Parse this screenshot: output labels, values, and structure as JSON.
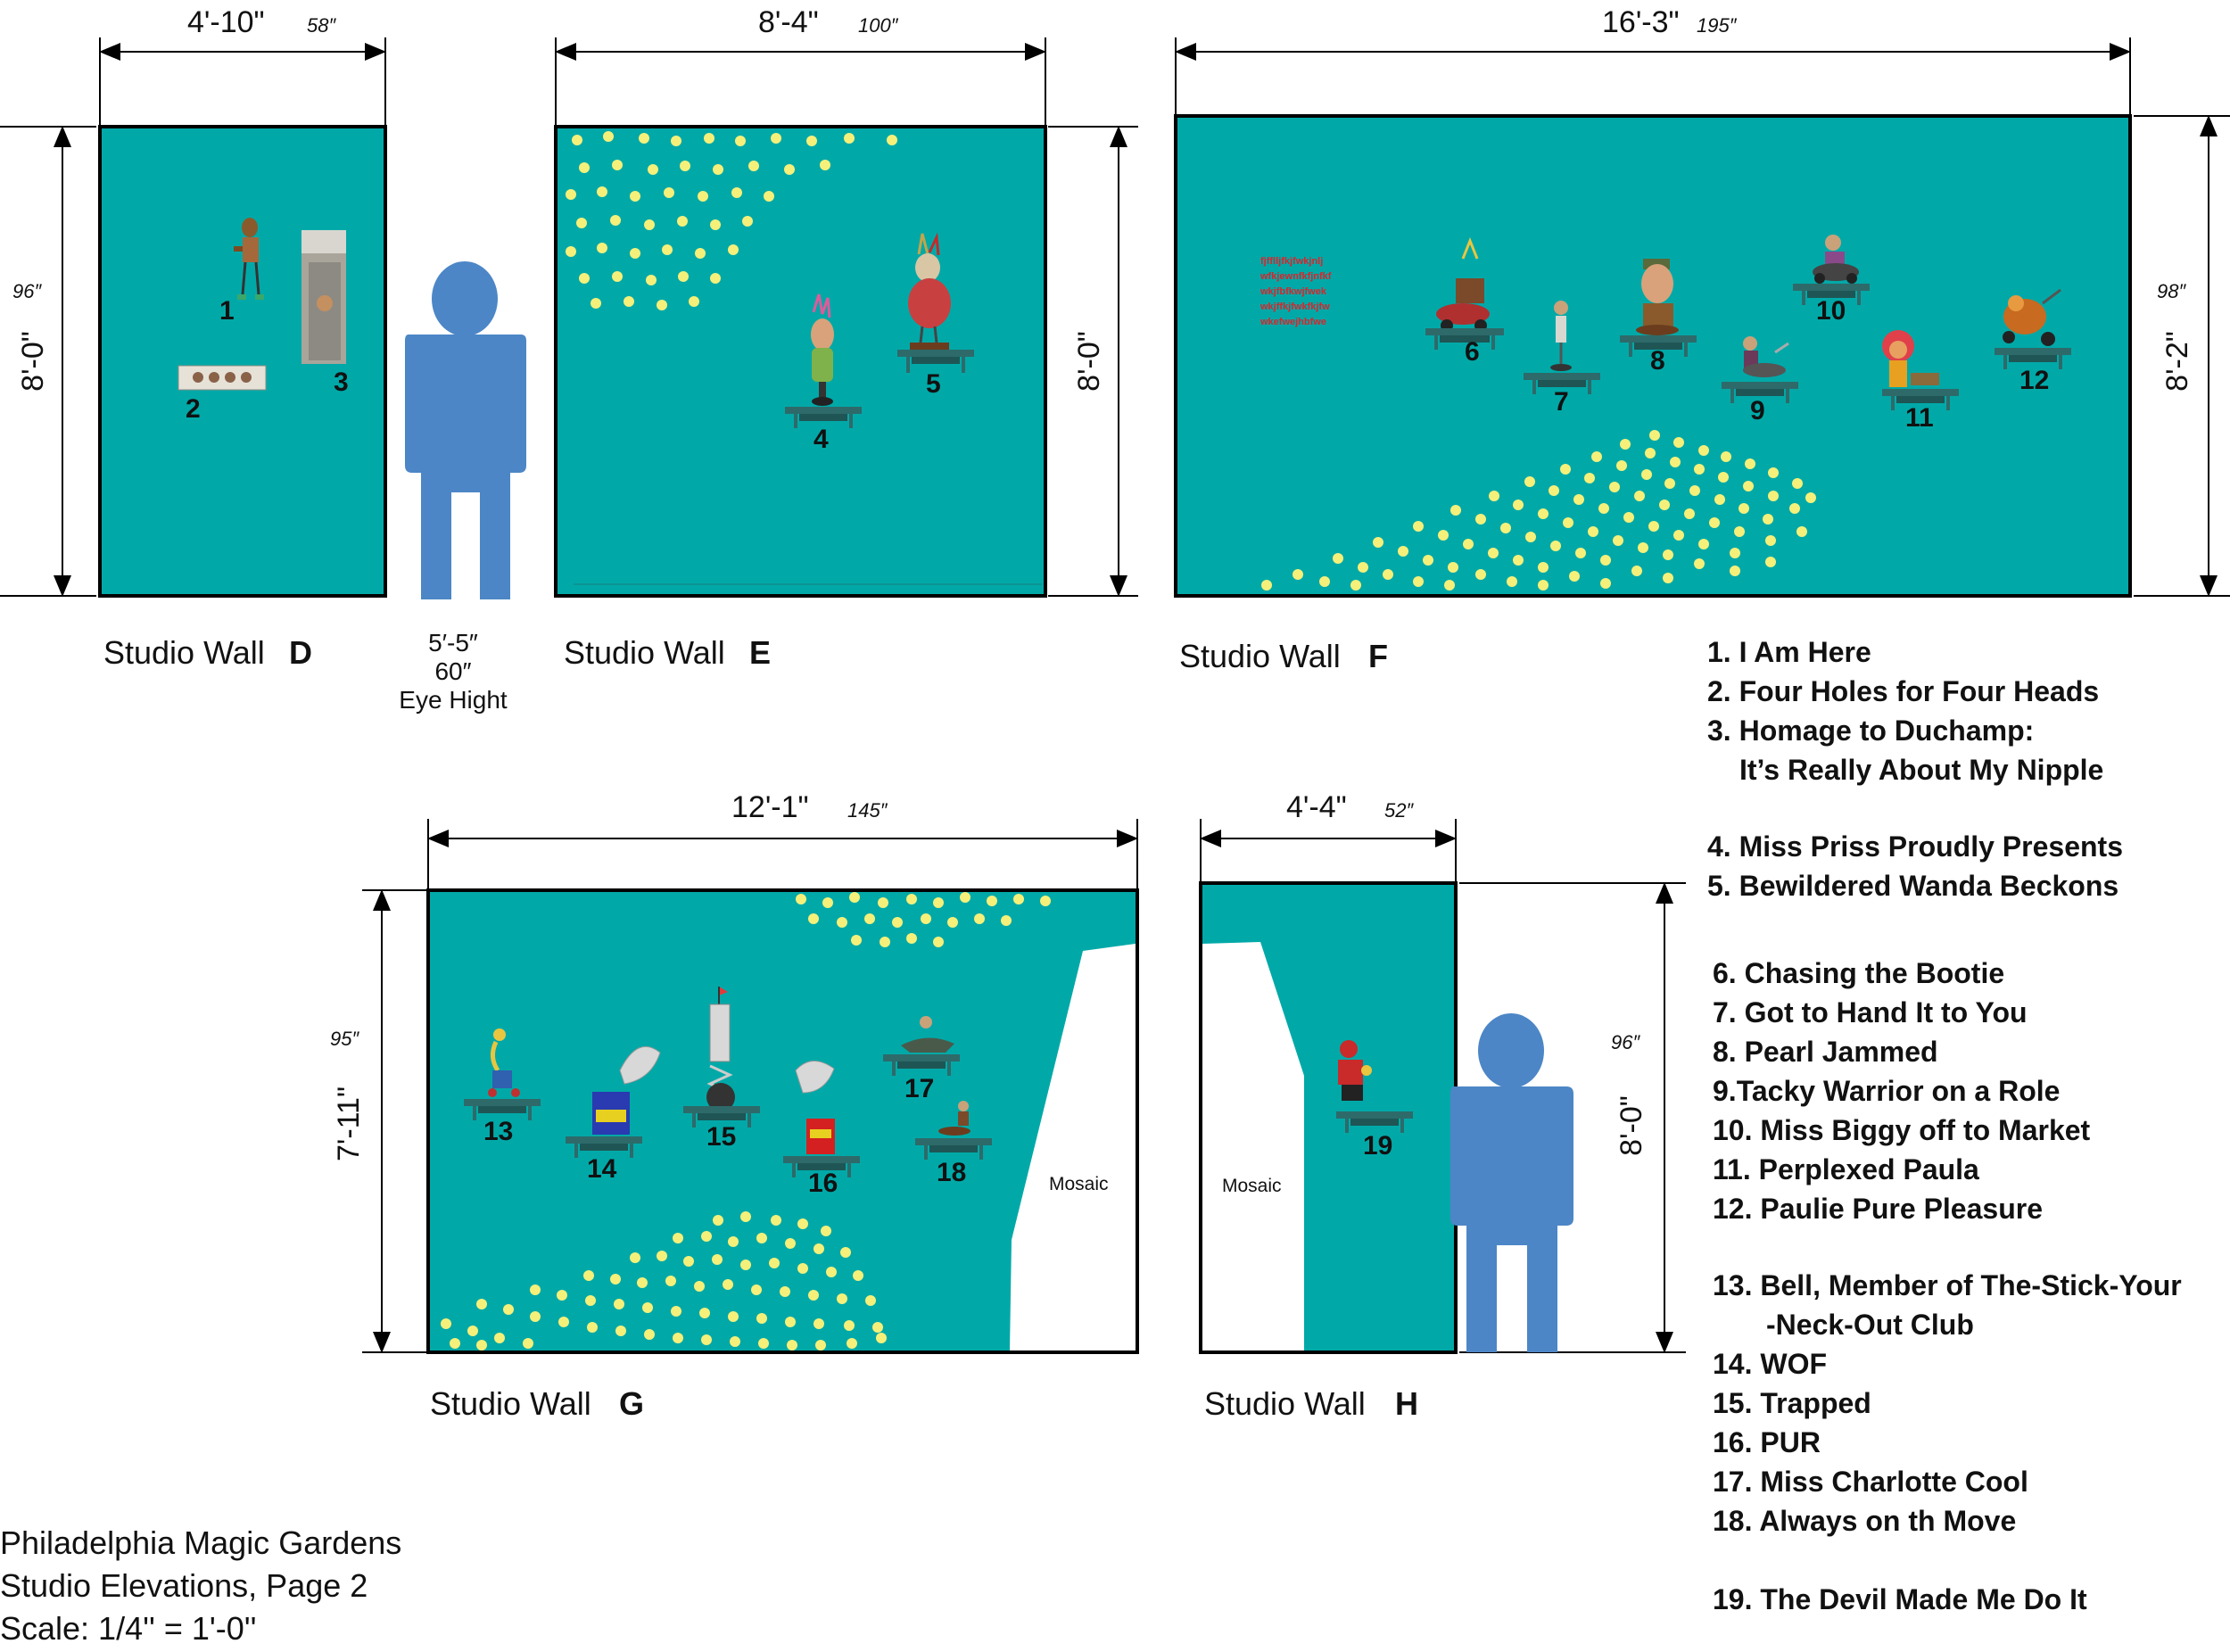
{
  "colors": {
    "wall": "#00A9A8",
    "dot": "#F5F07A",
    "person": "#4C86C6",
    "shelf": "#2E6A6A",
    "outline": "#000000",
    "red_text": "#D9252B"
  },
  "walls": {
    "d": {
      "label": "Studio Wall",
      "letter": "D",
      "width_dim": "4'-10\"",
      "width_in": "58″",
      "height_dim": "8'-0\"",
      "height_in": "96″",
      "items": [
        "1",
        "2",
        "3"
      ]
    },
    "e": {
      "label": "Studio Wall",
      "letter": "E",
      "width_dim": "8'-4\"",
      "width_in": "100″",
      "height_dim": "8'-0\"",
      "items": [
        "4",
        "5"
      ]
    },
    "f": {
      "label": "Studio Wall",
      "letter": "F",
      "width_dim": "16'-3\"",
      "width_in": "195″",
      "height_dim": "8'-2\"",
      "height_in": "98″",
      "red_text_lines": [
        "fjfflljfkjfwkjnlj",
        "wfkjewnfkfjnfkf",
        "wkjfbfkwjfwek",
        "wkjffkjfwkfkjfw",
        "wkefwejhbfwe"
      ],
      "items": [
        "6",
        "7",
        "8",
        "9",
        "10",
        "11",
        "12"
      ]
    },
    "g": {
      "label": "Studio Wall",
      "letter": "G",
      "width_dim": "12'-1\"",
      "width_in": "145″",
      "height_dim": "7'-11\"",
      "height_in": "95″",
      "mosaic": "Mosaic",
      "items": [
        "13",
        "14",
        "15",
        "16",
        "17",
        "18"
      ]
    },
    "h": {
      "label": "Studio Wall",
      "letter": "H",
      "width_dim": "4'-4\"",
      "width_in": "52″",
      "height_dim": "8'-0\"",
      "height_in": "96″",
      "mosaic": "Mosaic",
      "items": [
        "19"
      ]
    }
  },
  "eye_height": {
    "line1": "5′-5″",
    "line2": "60″",
    "line3": "Eye Hight"
  },
  "legend": [
    "1. I Am Here",
    "2. Four Holes for Four Heads",
    "3. Homage to Duchamp:",
    "It’s Really About My Nipple",
    "4. Miss Priss Proudly Presents",
    "5. Bewildered Wanda Beckons",
    "6. Chasing the Bootie",
    "7. Got to Hand It to You",
    "8. Pearl Jammed",
    "9.Tacky Warrior on a Role",
    "10. Miss Biggy off to Market",
    "11. Perplexed Paula",
    "12. Paulie Pure Pleasure",
    "13. Bell, Member of The-Stick-Your",
    "-Neck-Out Club",
    "14. WOF",
    "15. Trapped",
    "16. PUR",
    "17. Miss Charlotte Cool",
    "18. Always on th Move",
    "19. The Devil Made Me Do It"
  ],
  "footer": {
    "line1": "Philadelphia Magic Gardens",
    "line2": "Studio Elevations, Page 2",
    "line3": "Scale: 1/4'' = 1'-0''"
  }
}
